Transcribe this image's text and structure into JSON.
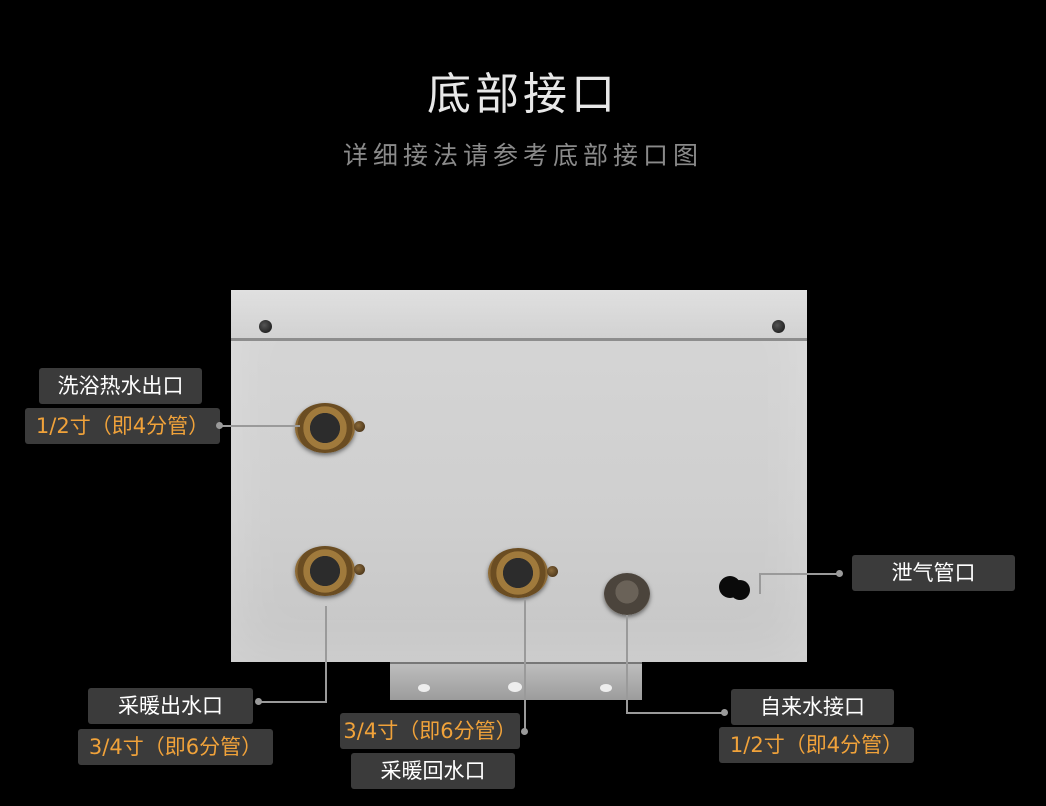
{
  "header": {
    "title": "底部接口",
    "subtitle": "详细接法请参考底部接口图"
  },
  "callouts": {
    "hot_water_outlet": {
      "name": "洗浴热水出口",
      "spec": "1/2寸（即4分管）"
    },
    "heating_outlet": {
      "name": "采暖出水口",
      "spec": "3/4寸（即6分管）"
    },
    "heating_return": {
      "name": "采暖回水口",
      "spec": "3/4寸（即6分管）"
    },
    "tap_water_inlet": {
      "name": "自来水接口",
      "spec": "1/2寸（即4分管）"
    },
    "relief_vent": {
      "name": "泄气管口"
    }
  },
  "colors": {
    "background": "#000000",
    "label_bg": "#3b3b3b",
    "spec_text": "#f0a23a",
    "name_text": "#ffffff"
  }
}
